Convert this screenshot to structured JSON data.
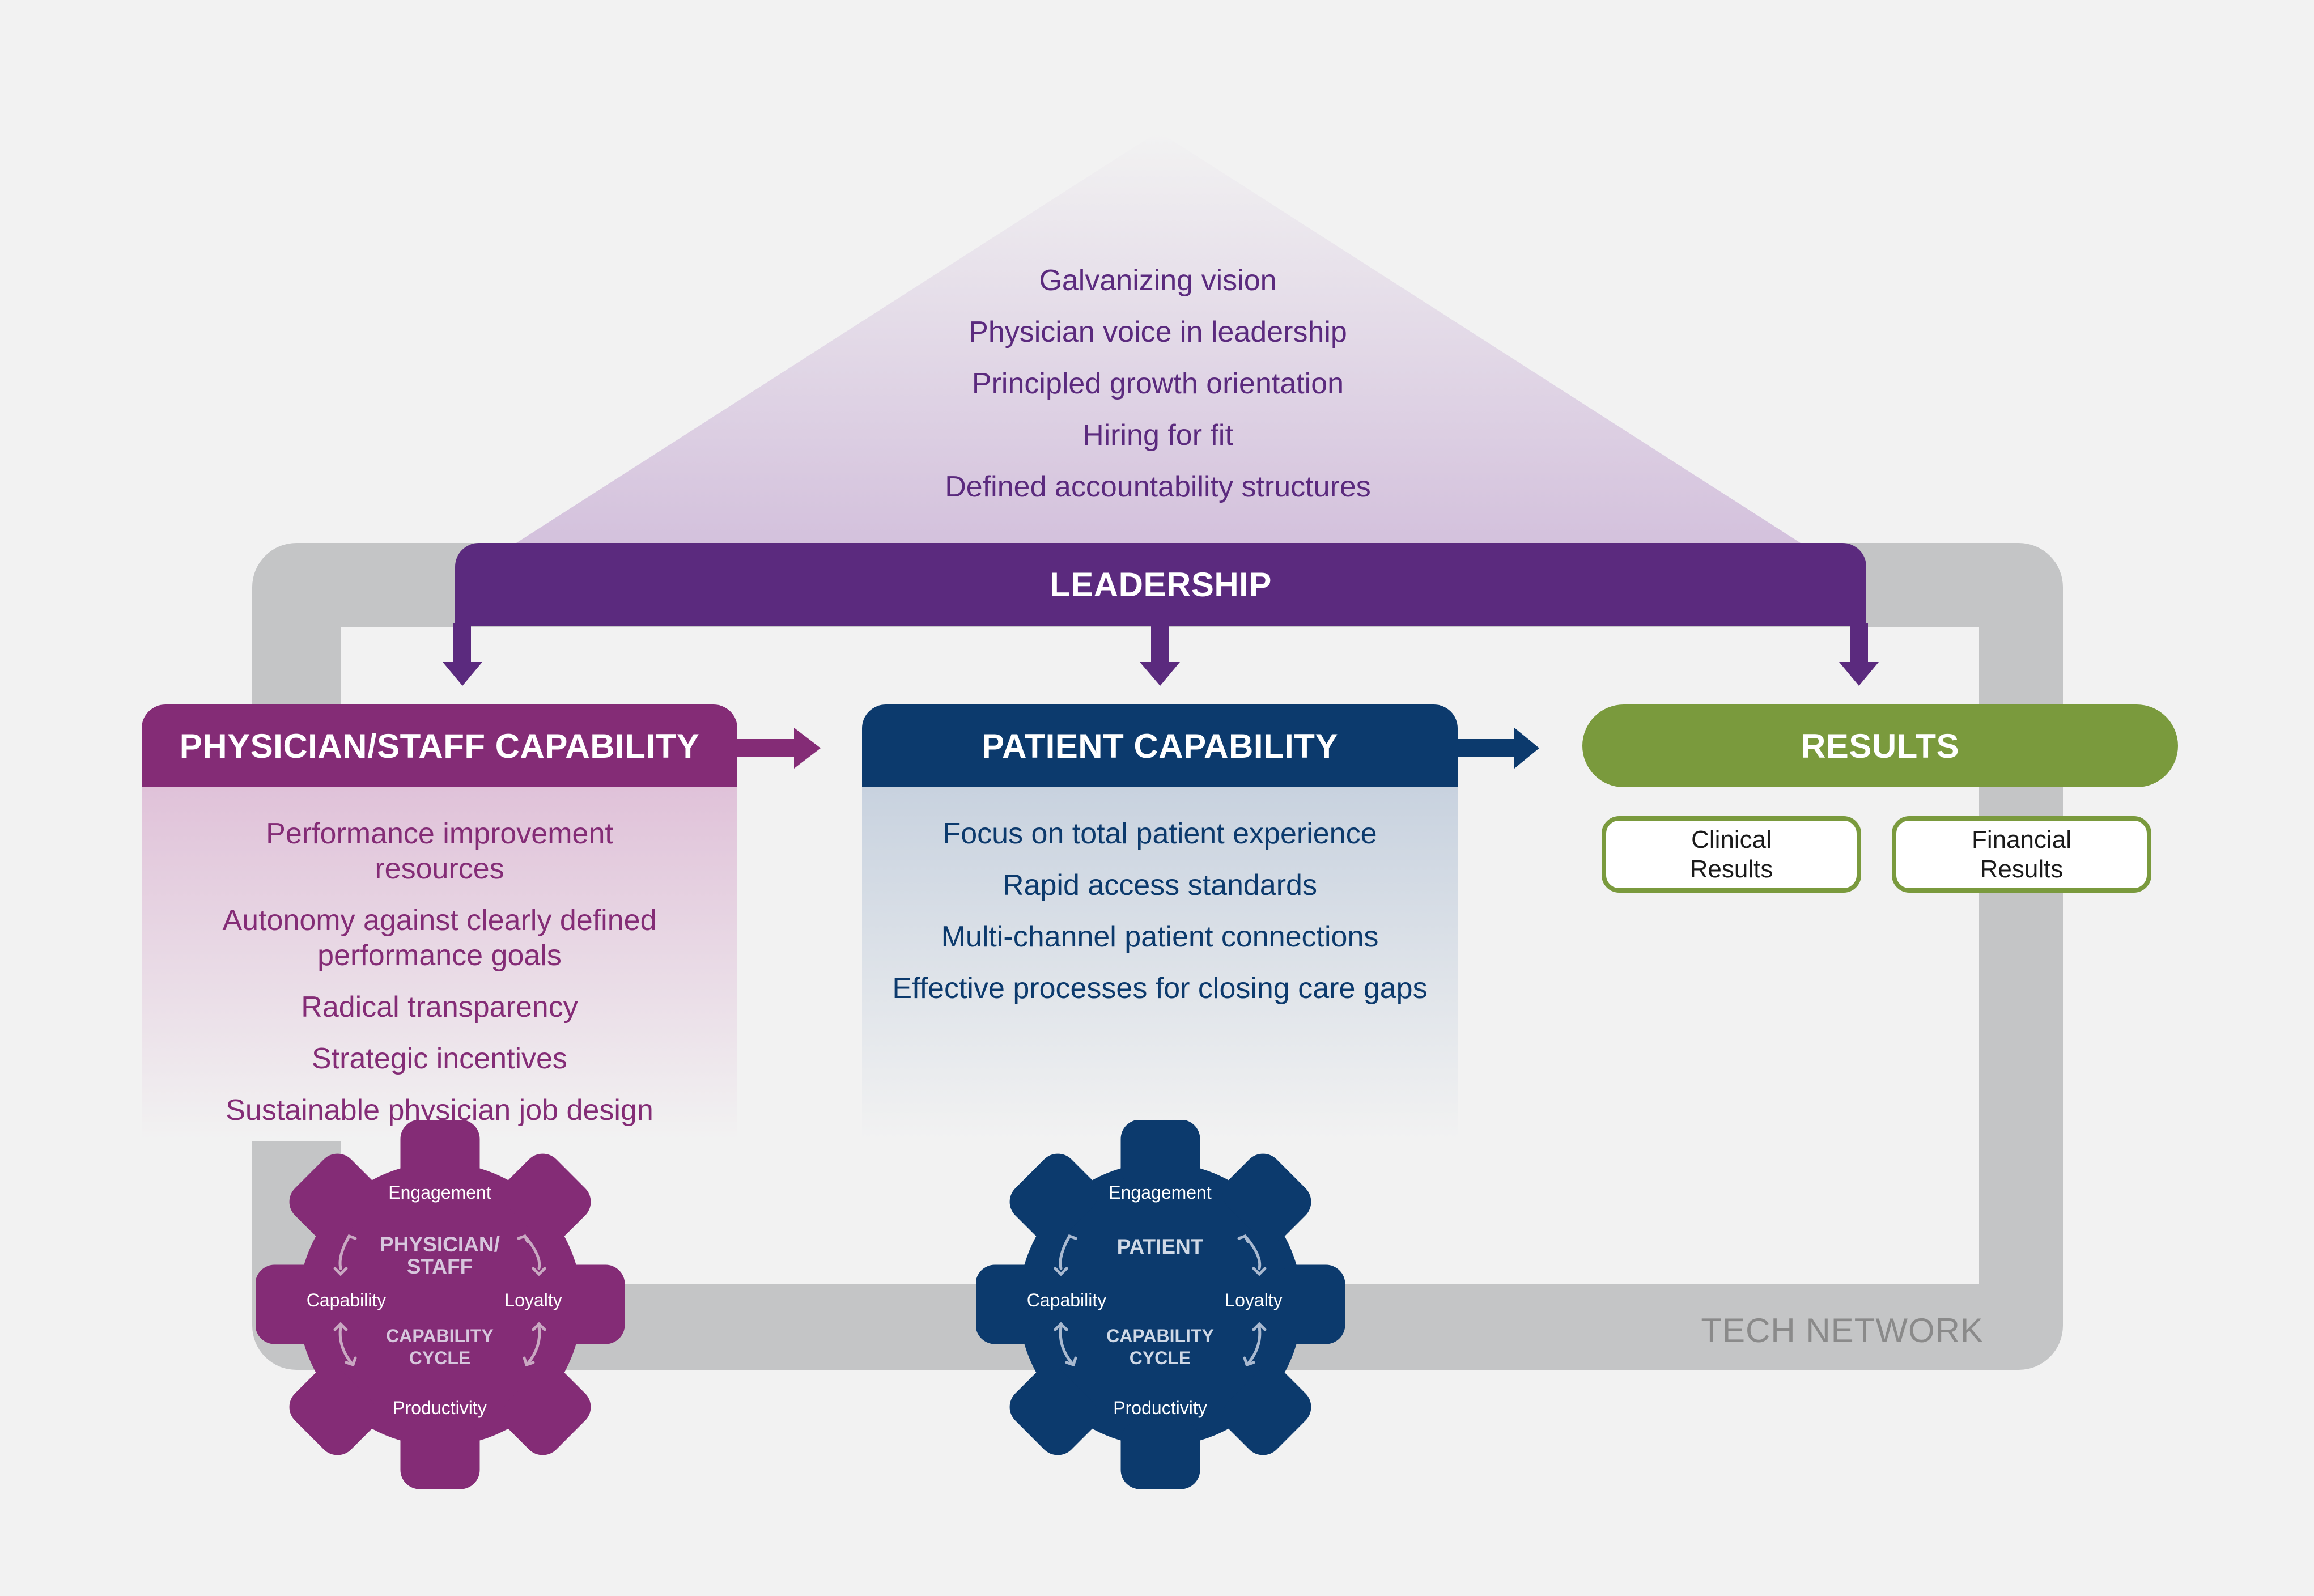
{
  "leadership": {
    "title": "LEADERSHIP",
    "items": [
      "Galvanizing vision",
      "Physician voice in leadership",
      "Principled growth orientation",
      "Hiring for fit",
      "Defined accountability structures"
    ]
  },
  "physician_staff": {
    "title": "PHYSICIAN/STAFF CAPABILITY",
    "items": [
      "Performance improvement resources",
      "Autonomy against clearly defined performance goals",
      "Radical transparency",
      "Strategic incentives",
      "Sustainable physician job design"
    ]
  },
  "patient": {
    "title": "PATIENT CAPABILITY",
    "items": [
      "Focus on total patient experience",
      "Rapid access standards",
      "Multi-channel patient connections",
      "Effective processes for closing care gaps"
    ]
  },
  "results": {
    "title": "RESULTS",
    "clinical": [
      "Clinical",
      "Results"
    ],
    "financial": [
      "Financial",
      "Results"
    ]
  },
  "tech_network": "TECH NETWORK",
  "gears": {
    "physician_staff": {
      "top": "Engagement",
      "left": "Capability",
      "right": "Loyalty",
      "bottom": "Productivity",
      "title_line1": "PHYSICIAN/",
      "title_line2": "STAFF",
      "sub_line1": "CAPABILITY",
      "sub_line2": "CYCLE"
    },
    "patient": {
      "top": "Engagement",
      "left": "Capability",
      "right": "Loyalty",
      "bottom": "Productivity",
      "title_line1": "PATIENT",
      "sub_line1": "CAPABILITY",
      "sub_line2": "CYCLE"
    }
  },
  "colors": {
    "leadership": "#5b2a7e",
    "physician_staff": "#842c76",
    "patient": "#0c3a6d",
    "results": "#7a9a3d",
    "tech_network": "#c4c5c6"
  }
}
